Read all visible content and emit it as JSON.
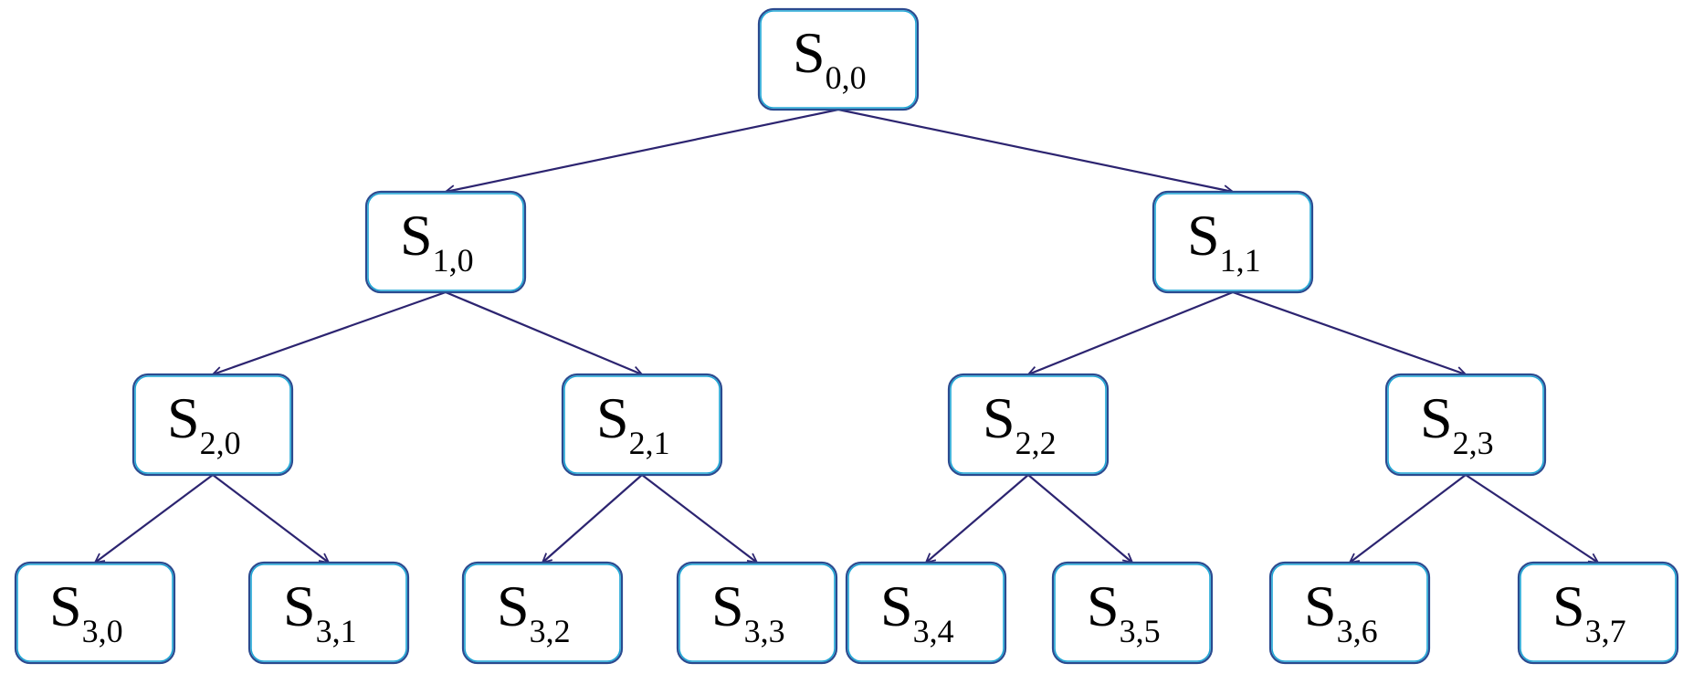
{
  "tree": {
    "nodes": [
      {
        "id": "n00",
        "symbol": "S",
        "sub": "0,0"
      },
      {
        "id": "n10",
        "symbol": "S",
        "sub": "1,0"
      },
      {
        "id": "n11",
        "symbol": "S",
        "sub": "1,1"
      },
      {
        "id": "n20",
        "symbol": "S",
        "sub": "2,0"
      },
      {
        "id": "n21",
        "symbol": "S",
        "sub": "2,1"
      },
      {
        "id": "n22",
        "symbol": "S",
        "sub": "2,2"
      },
      {
        "id": "n23",
        "symbol": "S",
        "sub": "2,3"
      },
      {
        "id": "n30",
        "symbol": "S",
        "sub": "3,0"
      },
      {
        "id": "n31",
        "symbol": "S",
        "sub": "3,1"
      },
      {
        "id": "n32",
        "symbol": "S",
        "sub": "3,2"
      },
      {
        "id": "n33",
        "symbol": "S",
        "sub": "3,3"
      },
      {
        "id": "n34",
        "symbol": "S",
        "sub": "3,4"
      },
      {
        "id": "n35",
        "symbol": "S",
        "sub": "3,5"
      },
      {
        "id": "n36",
        "symbol": "S",
        "sub": "3,6"
      },
      {
        "id": "n37",
        "symbol": "S",
        "sub": "3,7"
      }
    ],
    "edges": [
      {
        "from": "n00",
        "to": "n10"
      },
      {
        "from": "n00",
        "to": "n11"
      },
      {
        "from": "n10",
        "to": "n20"
      },
      {
        "from": "n10",
        "to": "n21"
      },
      {
        "from": "n11",
        "to": "n22"
      },
      {
        "from": "n11",
        "to": "n23"
      },
      {
        "from": "n20",
        "to": "n30"
      },
      {
        "from": "n20",
        "to": "n31"
      },
      {
        "from": "n21",
        "to": "n32"
      },
      {
        "from": "n21",
        "to": "n33"
      },
      {
        "from": "n22",
        "to": "n34"
      },
      {
        "from": "n22",
        "to": "n35"
      },
      {
        "from": "n23",
        "to": "n36"
      },
      {
        "from": "n23",
        "to": "n37"
      }
    ],
    "colors": {
      "border": "#2b4a8f",
      "accent": "#1fa7d6",
      "edge": "#2c2470"
    }
  }
}
